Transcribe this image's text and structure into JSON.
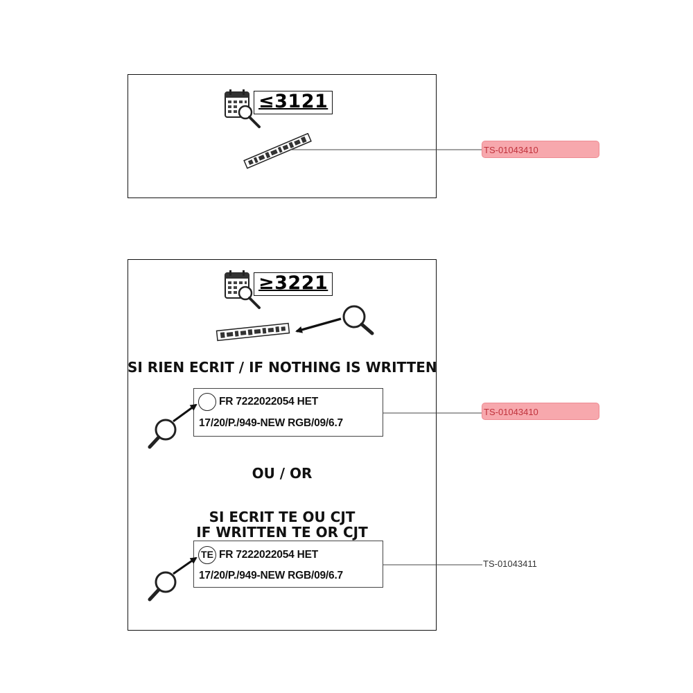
{
  "top_panel": {
    "date_condition": "≤3121",
    "callout_ref": "TS-01043410"
  },
  "bottom_panel": {
    "date_condition": "≥3221",
    "heading_nothing": "SI RIEN ECRIT  / IF NOTHING IS WRITTEN",
    "marking_1": {
      "circle_text": "",
      "line1": "FR 7222022054 HET",
      "line2": "17/20/P./949-NEW RGB/09/6.7",
      "callout_ref": "TS-01043410"
    },
    "or_text": "OU / OR",
    "heading_written_fr": "SI ECRIT TE  OU CJT",
    "heading_written_en": "IF WRITTEN TE  OR CJT",
    "marking_2": {
      "circle_text": "TE",
      "line1": "FR 7222022054 HET",
      "line2": "17/20/P./949-NEW RGB/09/6.7",
      "callout_ref": "TS-01043411"
    }
  },
  "colors": {
    "callout_highlight_bg": "#f7a8ad",
    "callout_highlight_text": "#c0323c"
  },
  "icons": [
    "calendar-magnifier-icon",
    "magnifier-icon",
    "label-strip-icon",
    "arrow-icon"
  ]
}
